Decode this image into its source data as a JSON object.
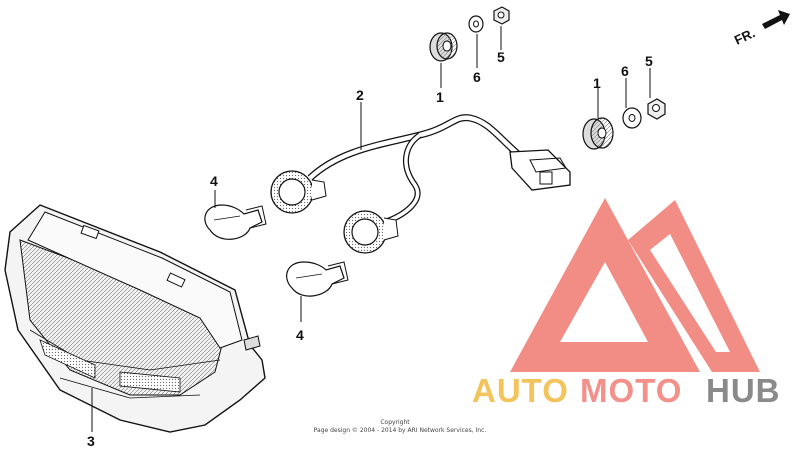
{
  "diagram": {
    "direction_label": "FR.",
    "callouts": [
      {
        "id": "c1a",
        "text": "1"
      },
      {
        "id": "c6a",
        "text": "6"
      },
      {
        "id": "c5a",
        "text": "5"
      },
      {
        "id": "c1b",
        "text": "1"
      },
      {
        "id": "c6b",
        "text": "6"
      },
      {
        "id": "c5b",
        "text": "5"
      },
      {
        "id": "c2",
        "text": "2"
      },
      {
        "id": "c4a",
        "text": "4"
      },
      {
        "id": "c4b",
        "text": "4"
      },
      {
        "id": "c3",
        "text": "3"
      }
    ],
    "copyright": {
      "line1": "Copyright",
      "line2": "Page design © 2004 - 2014 by ARI Network Services, Inc."
    }
  },
  "watermark": {
    "brand_part1": "AUTO",
    "brand_part2": "MOTO",
    "brand_part3": "HUB",
    "colors": {
      "auto": "#f4c45c",
      "moto": "#f3908a",
      "hub": "#8a8a8a",
      "logo": "#f07a72"
    }
  }
}
